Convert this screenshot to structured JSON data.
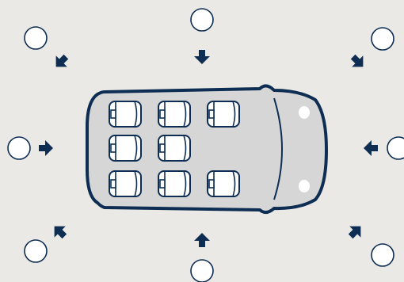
{
  "colors": {
    "background": "#ebe9e6",
    "navy": "#0d2d52",
    "car_body": "#d7d6d7",
    "seat_fill": "#ffffff",
    "circle_fill": "#ffffff",
    "circle_stroke": "#0d2d52"
  },
  "diagram": {
    "subject": "van-top-view",
    "seat_rows": [
      3,
      2,
      3
    ],
    "positions": [
      {
        "id": "front-left",
        "indicator": "circle",
        "arrow": "arrow-icon"
      },
      {
        "id": "front",
        "indicator": "circle",
        "arrow": "arrow-icon"
      },
      {
        "id": "front-right",
        "indicator": "circle",
        "arrow": "arrow-icon"
      },
      {
        "id": "left",
        "indicator": "circle",
        "arrow": "arrow-icon"
      },
      {
        "id": "right",
        "indicator": "circle",
        "arrow": "arrow-icon"
      },
      {
        "id": "rear-left",
        "indicator": "circle",
        "arrow": "arrow-icon"
      },
      {
        "id": "rear",
        "indicator": "circle",
        "arrow": "arrow-icon"
      },
      {
        "id": "rear-right",
        "indicator": "circle",
        "arrow": "arrow-icon"
      }
    ]
  }
}
